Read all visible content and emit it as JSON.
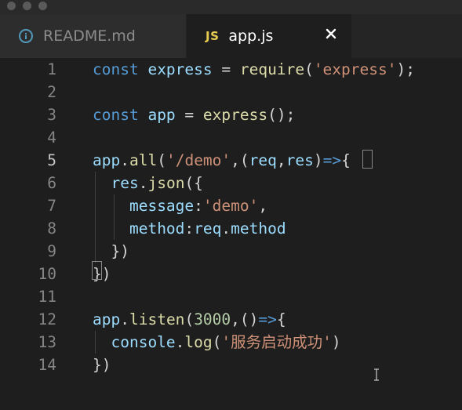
{
  "tabs": [
    {
      "label": "README.md",
      "icon": "info-icon",
      "active": false
    },
    {
      "label": "app.js",
      "icon": "JS",
      "active": true
    }
  ],
  "colors": {
    "keyword": "#569cd6",
    "variable": "#9cdcfe",
    "function": "#dcdcaa",
    "string": "#ce9178",
    "number": "#b5cea8",
    "punctuation": "#d4d4d4",
    "line_number": "#858585",
    "background": "#1e1e1e"
  },
  "editor": {
    "active_line": 5,
    "lines": [
      {
        "n": "1",
        "tokens": [
          {
            "t": "const",
            "c": "kw"
          },
          {
            "t": " ",
            "c": "pl"
          },
          {
            "t": "express",
            "c": "var"
          },
          {
            "t": " = ",
            "c": "pl"
          },
          {
            "t": "require",
            "c": "fn"
          },
          {
            "t": "(",
            "c": "pl"
          },
          {
            "t": "'express'",
            "c": "str"
          },
          {
            "t": ");",
            "c": "pl"
          }
        ]
      },
      {
        "n": "2",
        "tokens": []
      },
      {
        "n": "3",
        "tokens": [
          {
            "t": "const",
            "c": "kw"
          },
          {
            "t": " ",
            "c": "pl"
          },
          {
            "t": "app",
            "c": "var"
          },
          {
            "t": " = ",
            "c": "pl"
          },
          {
            "t": "express",
            "c": "fn"
          },
          {
            "t": "();",
            "c": "pl"
          }
        ]
      },
      {
        "n": "4",
        "tokens": []
      },
      {
        "n": "5",
        "tokens": [
          {
            "t": "app",
            "c": "var"
          },
          {
            "t": ".",
            "c": "pl"
          },
          {
            "t": "all",
            "c": "fn"
          },
          {
            "t": "(",
            "c": "pl"
          },
          {
            "t": "'/demo'",
            "c": "str"
          },
          {
            "t": ",(",
            "c": "pl"
          },
          {
            "t": "req",
            "c": "var"
          },
          {
            "t": ",",
            "c": "pl"
          },
          {
            "t": "res",
            "c": "var"
          },
          {
            "t": ")",
            "c": "pl"
          },
          {
            "t": "=>",
            "c": "arrow"
          },
          {
            "t": "{",
            "c": "pl"
          }
        ]
      },
      {
        "n": "6",
        "tokens": [
          {
            "t": "  ",
            "c": "pl"
          },
          {
            "t": "res",
            "c": "var"
          },
          {
            "t": ".",
            "c": "pl"
          },
          {
            "t": "json",
            "c": "fn"
          },
          {
            "t": "({",
            "c": "pl"
          }
        ]
      },
      {
        "n": "7",
        "tokens": [
          {
            "t": "    ",
            "c": "pl"
          },
          {
            "t": "message",
            "c": "var"
          },
          {
            "t": ":",
            "c": "pl"
          },
          {
            "t": "'demo'",
            "c": "str"
          },
          {
            "t": ",",
            "c": "pl"
          }
        ]
      },
      {
        "n": "8",
        "tokens": [
          {
            "t": "    ",
            "c": "pl"
          },
          {
            "t": "method",
            "c": "var"
          },
          {
            "t": ":",
            "c": "pl"
          },
          {
            "t": "req",
            "c": "var"
          },
          {
            "t": ".",
            "c": "pl"
          },
          {
            "t": "method",
            "c": "var"
          }
        ]
      },
      {
        "n": "9",
        "tokens": [
          {
            "t": "  ",
            "c": "pl"
          },
          {
            "t": "})",
            "c": "pl"
          }
        ]
      },
      {
        "n": "10",
        "tokens": [
          {
            "t": "})",
            "c": "pl"
          }
        ]
      },
      {
        "n": "11",
        "tokens": []
      },
      {
        "n": "12",
        "tokens": [
          {
            "t": "app",
            "c": "var"
          },
          {
            "t": ".",
            "c": "pl"
          },
          {
            "t": "listen",
            "c": "fn"
          },
          {
            "t": "(",
            "c": "pl"
          },
          {
            "t": "3000",
            "c": "num"
          },
          {
            "t": ",()",
            "c": "pl"
          },
          {
            "t": "=>",
            "c": "arrow"
          },
          {
            "t": "{",
            "c": "pl"
          }
        ]
      },
      {
        "n": "13",
        "tokens": [
          {
            "t": "  ",
            "c": "pl"
          },
          {
            "t": "console",
            "c": "var"
          },
          {
            "t": ".",
            "c": "pl"
          },
          {
            "t": "log",
            "c": "fn"
          },
          {
            "t": "(",
            "c": "pl"
          },
          {
            "t": "'服务启动成功'",
            "c": "str"
          },
          {
            "t": ")",
            "c": "pl"
          }
        ]
      },
      {
        "n": "14",
        "tokens": [
          {
            "t": "})",
            "c": "pl"
          }
        ]
      }
    ]
  }
}
